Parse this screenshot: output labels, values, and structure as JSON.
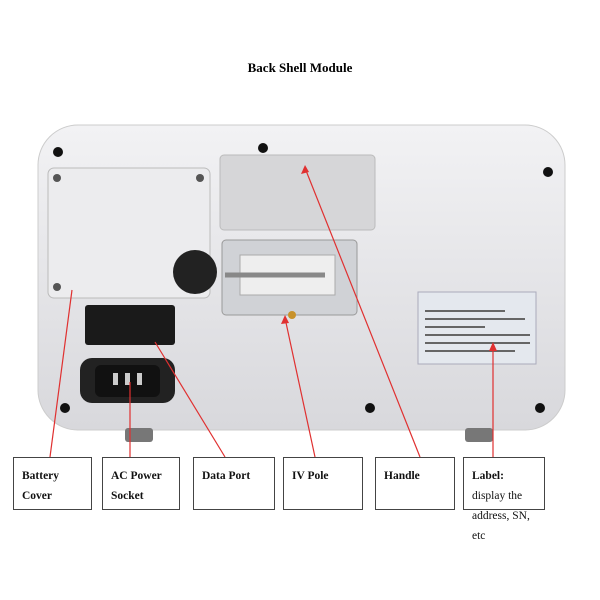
{
  "title": "Back Shell Module",
  "callouts": [
    {
      "label": "Battery Cover"
    },
    {
      "label": "AC Power Socket"
    },
    {
      "label": "Data Port"
    },
    {
      "label": "IV Pole"
    },
    {
      "label": "Handle"
    },
    {
      "label": "Label:",
      "detail": " display the address, SN, etc"
    }
  ],
  "colors": {
    "leader_line": "#e03030",
    "device_body": "#e9e9eb"
  }
}
